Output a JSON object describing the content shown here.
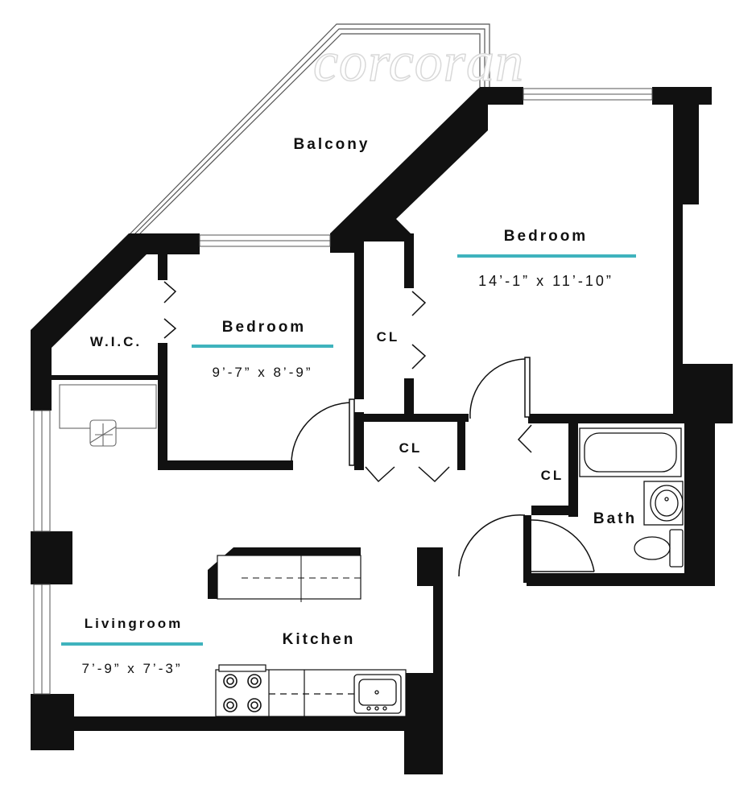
{
  "watermark": "corcoran",
  "colors": {
    "wall": "#111111",
    "accent": "#3fb3bd",
    "text": "#111111",
    "background": "#ffffff"
  },
  "rooms": {
    "balcony": {
      "name": "Balcony"
    },
    "master_bedroom": {
      "name": "Bedroom",
      "dimensions": "14’-1” x 11’-10”"
    },
    "second_bedroom": {
      "name": "Bedroom",
      "dimensions": "9’-7” x 8’-9”"
    },
    "wic": {
      "name": "W.I.C."
    },
    "closet_bedroom": {
      "name": "CL"
    },
    "closet_hall": {
      "name": "CL"
    },
    "closet_bath": {
      "name": "CL"
    },
    "bath": {
      "name": "Bath"
    },
    "living_room": {
      "name": "Livingroom",
      "dimensions": "7’-9” x 7’-3”"
    },
    "kitchen": {
      "name": "Kitchen"
    }
  },
  "fixtures": [
    "bathtub-icon",
    "sink-icon",
    "toilet-icon",
    "stove-icon",
    "kitchen-sink-icon",
    "desk-chair-icon"
  ]
}
